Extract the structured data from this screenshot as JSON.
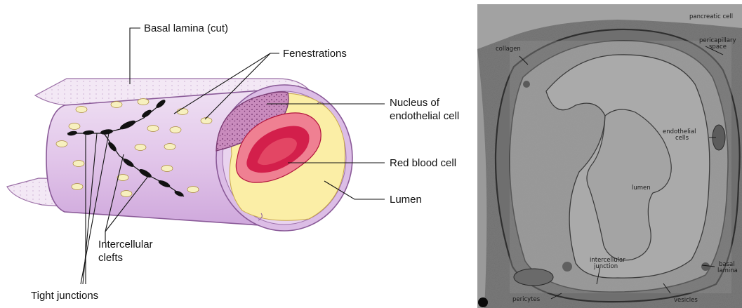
{
  "diagram": {
    "labels": {
      "basal_lamina": "Basal lamina (cut)",
      "fenestrations": "Fenestrations",
      "nucleus_line1": "Nucleus of",
      "nucleus_line2": "endothelial cell",
      "red_blood_cell": "Red blood cell",
      "lumen": "Lumen",
      "intercellular_line1": "Intercellular",
      "intercellular_line2": "clefts",
      "tight_junctions": "Tight junctions"
    },
    "colors": {
      "basal_lamina": "#f1e6f3",
      "wall": "#e3c7ea",
      "wall_edge": "#8a5a98",
      "fenestra": "#f7f0bf",
      "lumen": "#fbeea6",
      "nucleus": "#b46ea6",
      "rbc_outer": "#e86a7e",
      "rbc_inner": "#cf1f49",
      "junction": "#111111"
    }
  },
  "micrograph": {
    "labels": {
      "pancreatic_cell": "pancreatic cell",
      "pericapillary_line1": "pericapillary",
      "pericapillary_line2": "space",
      "collagen": "collagen",
      "endothelial_line1": "endothelial",
      "endothelial_line2": "cells",
      "lumen": "lumen",
      "intercellular_line1": "intercellular",
      "intercellular_line2": "junction",
      "basal_line1": "basal",
      "basal_line2": "lamina",
      "pericytes": "pericytes",
      "vesicles": "vesicles"
    },
    "colors": {
      "background": "#7d7d7d",
      "cytoplasm": "#9a9a9a",
      "lumen": "#a8a8a8",
      "membrane": "#3a3a3a"
    }
  }
}
